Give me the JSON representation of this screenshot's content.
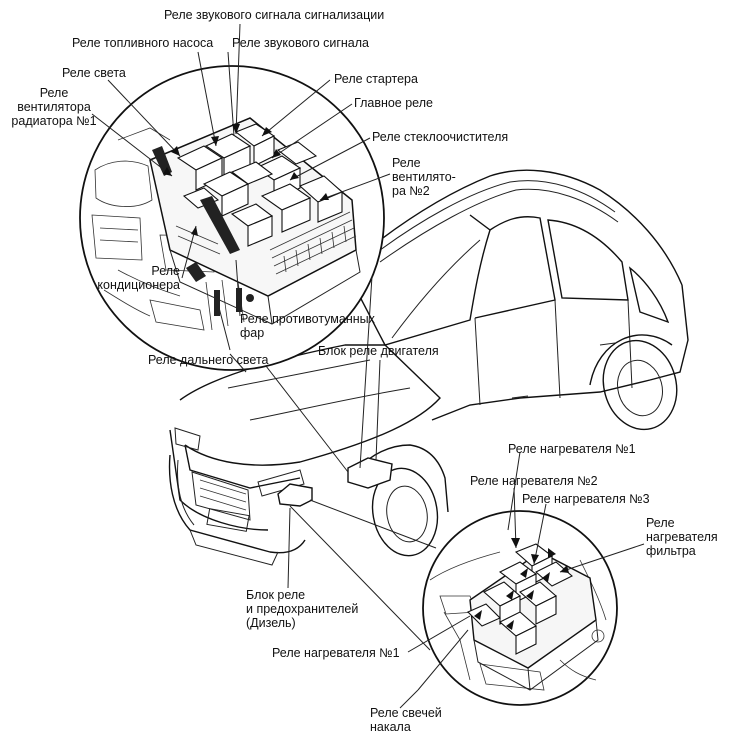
{
  "labels": {
    "alarm_horn_relay": "Реле звукового сигнала сигнализации",
    "fuel_pump_relay": "Реле топливного насоса",
    "horn_relay": "Реле звукового сигнала",
    "headlight_relay": "Реле света",
    "starter_relay": "Реле стартера",
    "radiator_fan_relay_1": "Реле\nвентилятора\nрадиатора №1",
    "main_relay": "Главное реле",
    "wiper_relay": "Реле стеклоочистителя",
    "fan_relay_2": "Реле\nвентилято-\nра №2",
    "ac_relay": "Реле\nкондиционера",
    "fog_lamp_relay": "Реле противотуманных\nфар",
    "high_beam_relay": "Реле дальнего света",
    "engine_relay_block": "Блок реле двигателя",
    "heater_relay_1_top": "Реле нагревателя №1",
    "heater_relay_2": "Реле нагревателя №2",
    "heater_relay_3": "Реле нагревателя №3",
    "filter_heater_relay": "Реле\nнагревателя\nфильтра",
    "relay_fuse_block_diesel": "Блок реле\nи предохранителей\n(Дизель)",
    "heater_relay_1_bottom": "Реле нагревателя №1",
    "glow_plug_relay": "Реле свечей\nнакала"
  }
}
